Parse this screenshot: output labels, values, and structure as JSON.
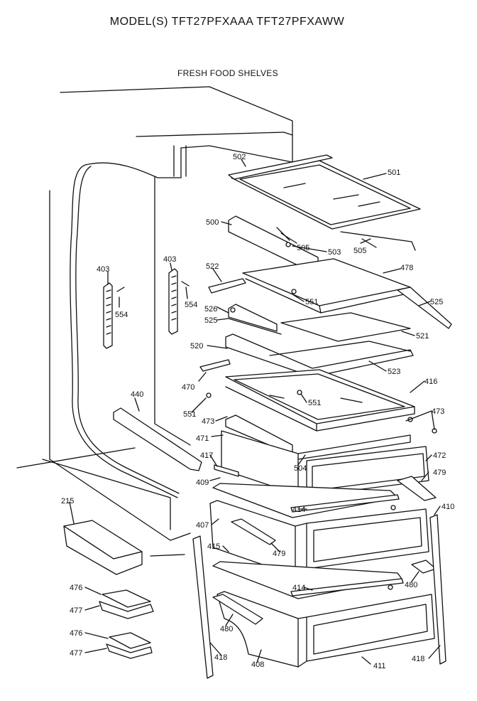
{
  "title": "MODEL(S) TFT27PFXAAA  TFT27PFXAWW",
  "subtitle": "FRESH FOOD SHELVES",
  "labels": {
    "p502": "502",
    "p501": "501",
    "p500": "500",
    "p505a": "505",
    "p503": "503",
    "p505b": "505",
    "p403a": "403",
    "p403b": "403",
    "p554a": "554",
    "p554b": "554",
    "p522": "522",
    "p478": "478",
    "p551a": "551",
    "p526": "526",
    "p525a": "525",
    "p525b": "525",
    "p521": "521",
    "p520": "520",
    "p523": "523",
    "p470": "470",
    "p416": "416",
    "p551b": "551",
    "p551c": "551",
    "p473a": "473",
    "p473b": "473",
    "p440": "440",
    "p471": "471",
    "p417": "417",
    "p504": "504",
    "p472": "472",
    "p479a": "479",
    "p409": "409",
    "p414a": "414",
    "p410": "410",
    "p215": "215",
    "p407": "407",
    "p415": "415",
    "p479b": "479",
    "p476a": "476",
    "p477a": "477",
    "p414b": "414",
    "p480a": "480",
    "p480b": "480",
    "p476b": "476",
    "p477b": "477",
    "p418a": "418",
    "p408": "408",
    "p411": "411",
    "p418b": "418"
  }
}
